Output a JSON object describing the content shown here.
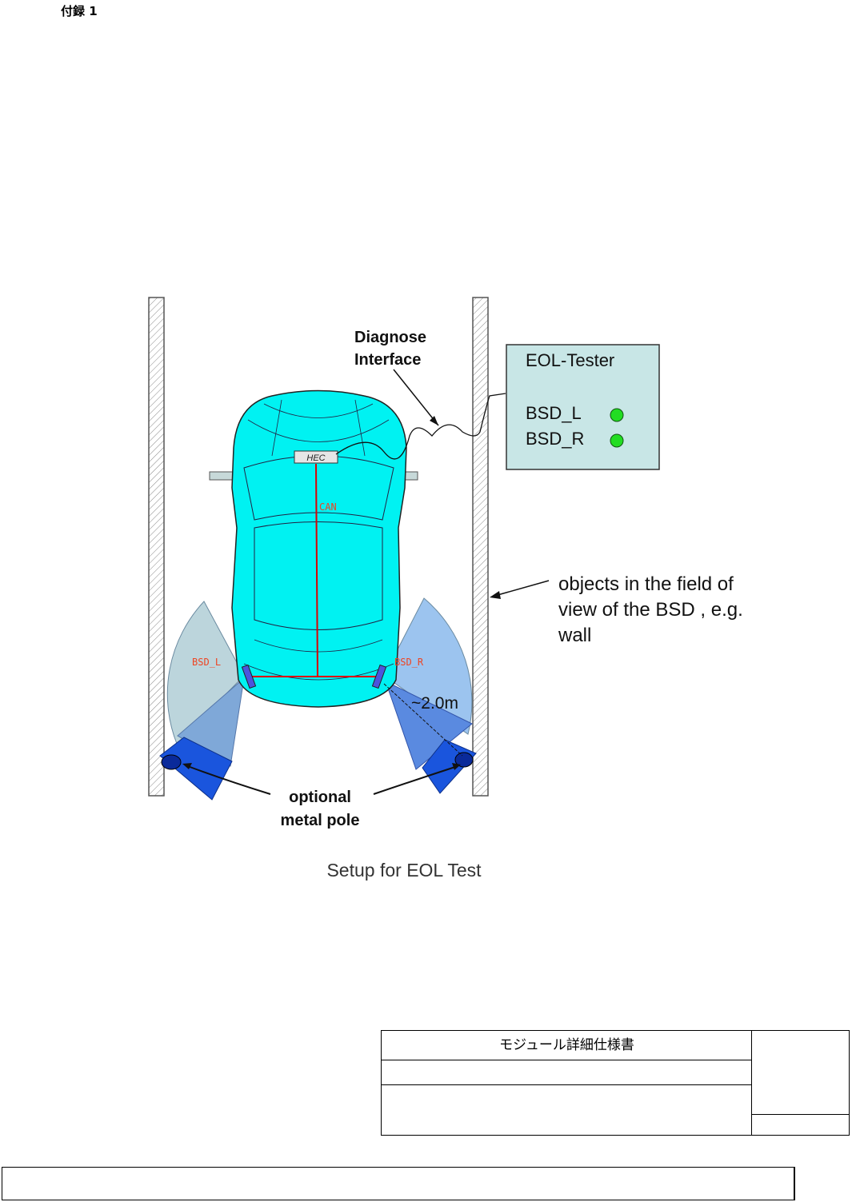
{
  "header": {
    "appendix_label": "付録 1"
  },
  "figure": {
    "caption": "Setup for EOL Test",
    "labels": {
      "diagnose_interface_line1": "Diagnose",
      "diagnose_interface_line2": "Interface",
      "eol_tester_title": "EOL-Tester",
      "bsd_l": "BSD_L",
      "bsd_r": "BSD_R",
      "hec": "HEC",
      "can": "CAN",
      "sensor_left": "BSD_L",
      "sensor_right": "BSD_R",
      "distance": "~2.0m",
      "objects_line1": "objects in the field of",
      "objects_line2": "view of the BSD , e.g.",
      "objects_line3": "wall",
      "pole_line1": "optional",
      "pole_line2": "metal pole"
    },
    "colors": {
      "car_body": "#00f0f0",
      "tester_box": "#c8e6e6",
      "led_green": "#22dd22",
      "can_line": "#dd0000",
      "fov_light": "#b8d8e8",
      "fov_dark": "#3366dd"
    }
  },
  "title_block": {
    "document_title": "モジュール詳細仕様書"
  }
}
